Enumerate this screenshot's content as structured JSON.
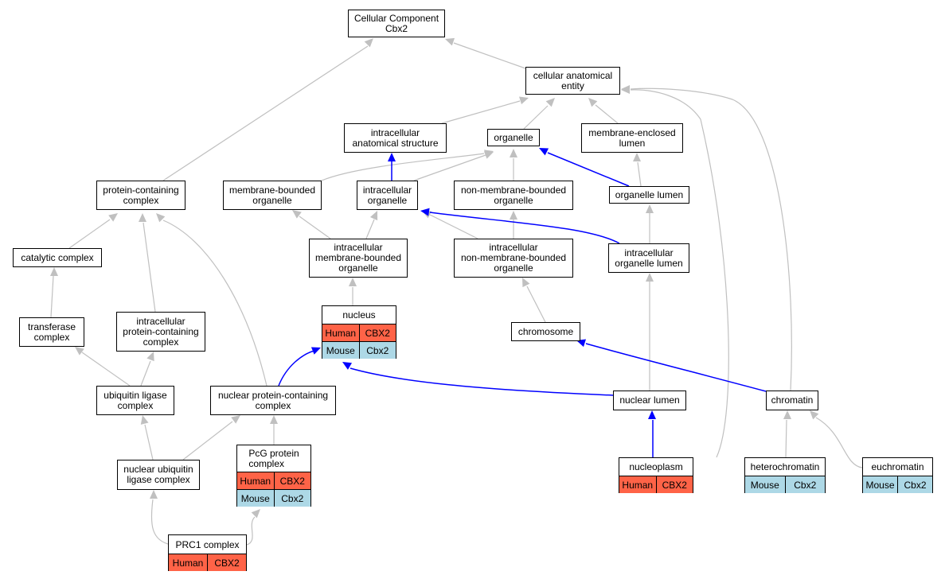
{
  "colors": {
    "human": "#ff6347",
    "mouse": "#add8e6",
    "edge_gray": "#c0c0c0",
    "edge_blue": "#0000ff"
  },
  "nodes": {
    "root": {
      "label": "Cellular Component\nCbx2"
    },
    "cae": {
      "label": "cellular anatomical\nentity"
    },
    "ias": {
      "label": "intracellular\nanatomical structure"
    },
    "organelle": {
      "label": "organelle"
    },
    "mel": {
      "label": "membrane-enclosed\nlumen"
    },
    "pcc": {
      "label": "protein-containing\ncomplex"
    },
    "mbo": {
      "label": "membrane-bounded\norganelle"
    },
    "io": {
      "label": "intracellular\norganelle"
    },
    "nmbo": {
      "label": "non-membrane-bounded\norganelle"
    },
    "ol": {
      "label": "organelle lumen"
    },
    "cat": {
      "label": "catalytic complex"
    },
    "imbo": {
      "label": "intracellular\nmembrane-bounded\norganelle"
    },
    "inmbo": {
      "label": "intracellular\nnon-membrane-bounded\norganelle"
    },
    "iol": {
      "label": "intracellular\norganelle lumen"
    },
    "trans": {
      "label": "transferase\ncomplex"
    },
    "ipcc": {
      "label": "intracellular\nprotein-containing\ncomplex"
    },
    "chromosome": {
      "label": "chromosome"
    },
    "ulc": {
      "label": "ubiquitin ligase\ncomplex"
    },
    "npcc": {
      "label": "nuclear protein-containing\ncomplex"
    },
    "nl": {
      "label": "nuclear lumen"
    },
    "chromatin": {
      "label": "chromatin"
    },
    "nulc": {
      "label": "nuclear ubiquitin\nligase complex"
    }
  },
  "tables": {
    "nucleus": {
      "title": "nucleus",
      "rows": [
        {
          "species": "Human",
          "gene": "CBX2"
        },
        {
          "species": "Mouse",
          "gene": "Cbx2"
        }
      ]
    },
    "pcg": {
      "title": "PcG protein\ncomplex",
      "rows": [
        {
          "species": "Human",
          "gene": "CBX2"
        },
        {
          "species": "Mouse",
          "gene": "Cbx2"
        }
      ]
    },
    "nucleoplasm": {
      "title": "nucleoplasm",
      "rows": [
        {
          "species": "Human",
          "gene": "CBX2"
        }
      ]
    },
    "hetero": {
      "title": "heterochromatin",
      "rows": [
        {
          "species": "Mouse",
          "gene": "Cbx2"
        }
      ]
    },
    "eu": {
      "title": "euchromatin",
      "rows": [
        {
          "species": "Mouse",
          "gene": "Cbx2"
        }
      ]
    },
    "prc1": {
      "title": "PRC1 complex",
      "rows": [
        {
          "species": "Human",
          "gene": "CBX2"
        }
      ]
    }
  }
}
